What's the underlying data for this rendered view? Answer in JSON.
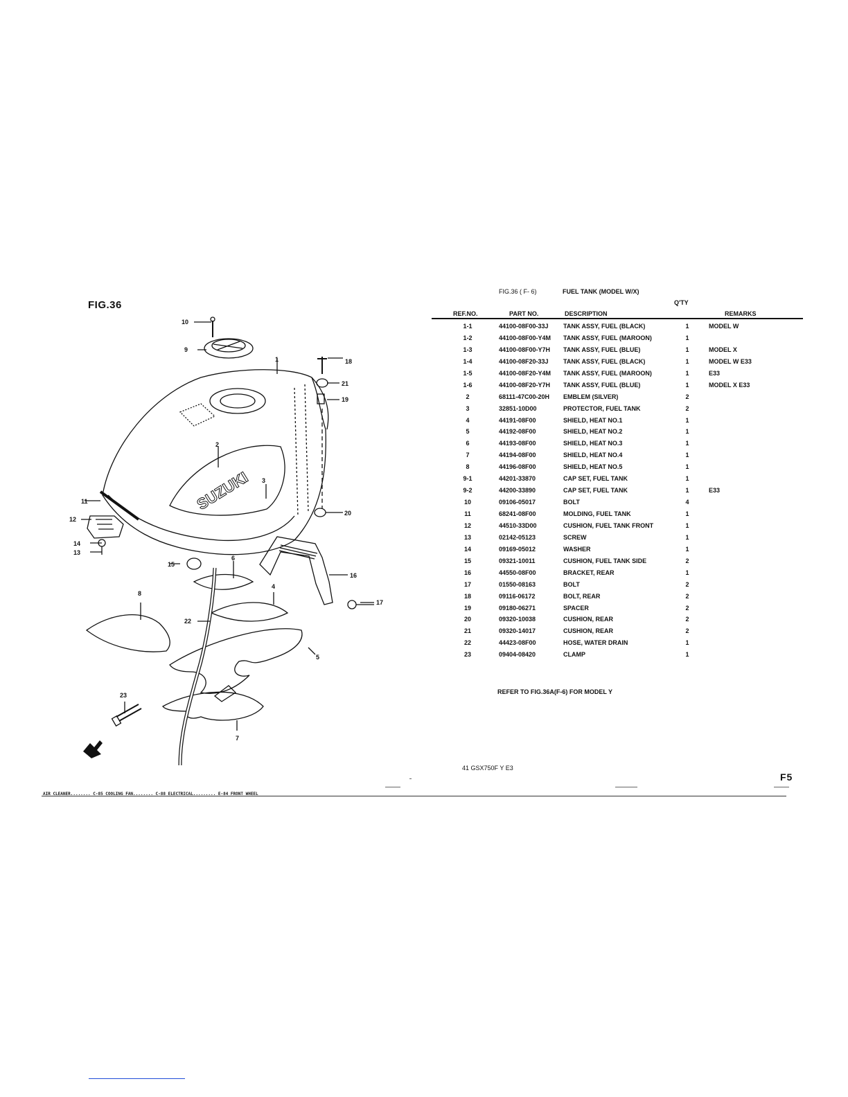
{
  "figure": {
    "label": "FIG.36",
    "callouts": [
      "1",
      "2",
      "3",
      "4",
      "5",
      "6",
      "7",
      "8",
      "9",
      "10",
      "11",
      "12",
      "13",
      "14",
      "15",
      "16",
      "17",
      "18",
      "19",
      "20",
      "21",
      "22",
      "23"
    ],
    "emblem_text": "SUZUKI"
  },
  "table": {
    "caption_fig": "FIG.36 ( F- 6)",
    "caption_title": "FUEL TANK (MODEL W/X)",
    "qty_header": "Q'TY",
    "headers": {
      "ref": "REF.NO.",
      "part": "PART NO.",
      "desc": "DESCRIPTION",
      "rem": "REMARKS"
    },
    "rows": [
      {
        "ref": "1-1",
        "part": "44100-08F00-33J",
        "desc": "TANK ASSY, FUEL (BLACK)",
        "qty": "1",
        "rem": "MODEL W"
      },
      {
        "ref": "1-2",
        "part": "44100-08F00-Y4M",
        "desc": "TANK ASSY, FUEL (MAROON)",
        "qty": "1",
        "rem": ""
      },
      {
        "ref": "1-3",
        "part": "44100-08F00-Y7H",
        "desc": "TANK ASSY, FUEL (BLUE)",
        "qty": "1",
        "rem": "MODEL X"
      },
      {
        "ref": "1-4",
        "part": "44100-08F20-33J",
        "desc": "TANK ASSY, FUEL (BLACK)",
        "qty": "1",
        "rem": "MODEL W E33"
      },
      {
        "ref": "1-5",
        "part": "44100-08F20-Y4M",
        "desc": "TANK ASSY, FUEL (MAROON)",
        "qty": "1",
        "rem": "E33"
      },
      {
        "ref": "1-6",
        "part": "44100-08F20-Y7H",
        "desc": "TANK ASSY, FUEL (BLUE)",
        "qty": "1",
        "rem": "MODEL X E33"
      },
      {
        "ref": "2",
        "part": "68111-47C00-20H",
        "desc": "EMBLEM (SILVER)",
        "qty": "2",
        "rem": ""
      },
      {
        "ref": "3",
        "part": "32851-10D00",
        "desc": "PROTECTOR, FUEL TANK",
        "qty": "2",
        "rem": ""
      },
      {
        "ref": "4",
        "part": "44191-08F00",
        "desc": "SHIELD, HEAT NO.1",
        "qty": "1",
        "rem": ""
      },
      {
        "ref": "5",
        "part": "44192-08F00",
        "desc": "SHIELD, HEAT NO.2",
        "qty": "1",
        "rem": ""
      },
      {
        "ref": "6",
        "part": "44193-08F00",
        "desc": "SHIELD, HEAT NO.3",
        "qty": "1",
        "rem": ""
      },
      {
        "ref": "7",
        "part": "44194-08F00",
        "desc": "SHIELD, HEAT NO.4",
        "qty": "1",
        "rem": ""
      },
      {
        "ref": "8",
        "part": "44196-08F00",
        "desc": "SHIELD, HEAT NO.5",
        "qty": "1",
        "rem": ""
      },
      {
        "ref": "9-1",
        "part": "44201-33870",
        "desc": "CAP SET, FUEL TANK",
        "qty": "1",
        "rem": ""
      },
      {
        "ref": "9-2",
        "part": "44200-33890",
        "desc": "CAP SET, FUEL TANK",
        "qty": "1",
        "rem": "E33"
      },
      {
        "ref": "10",
        "part": "09106-05017",
        "desc": "BOLT",
        "qty": "4",
        "rem": ""
      },
      {
        "ref": "11",
        "part": "68241-08F00",
        "desc": "MOLDING, FUEL TANK",
        "qty": "1",
        "rem": ""
      },
      {
        "ref": "12",
        "part": "44510-33D00",
        "desc": "CUSHION, FUEL TANK FRONT",
        "qty": "1",
        "rem": ""
      },
      {
        "ref": "13",
        "part": "02142-05123",
        "desc": "SCREW",
        "qty": "1",
        "rem": ""
      },
      {
        "ref": "14",
        "part": "09169-05012",
        "desc": "WASHER",
        "qty": "1",
        "rem": ""
      },
      {
        "ref": "15",
        "part": "09321-10011",
        "desc": "CUSHION, FUEL TANK SIDE",
        "qty": "2",
        "rem": ""
      },
      {
        "ref": "16",
        "part": "44550-08F00",
        "desc": "BRACKET, REAR",
        "qty": "1",
        "rem": ""
      },
      {
        "ref": "17",
        "part": "01550-08163",
        "desc": "BOLT",
        "qty": "2",
        "rem": ""
      },
      {
        "ref": "18",
        "part": "09116-06172",
        "desc": "BOLT, REAR",
        "qty": "2",
        "rem": ""
      },
      {
        "ref": "19",
        "part": "09180-06271",
        "desc": "SPACER",
        "qty": "2",
        "rem": ""
      },
      {
        "ref": "20",
        "part": "09320-10038",
        "desc": "CUSHION, REAR",
        "qty": "2",
        "rem": ""
      },
      {
        "ref": "21",
        "part": "09320-14017",
        "desc": "CUSHION, REAR",
        "qty": "2",
        "rem": ""
      },
      {
        "ref": "22",
        "part": "44423-08F00",
        "desc": "HOSE, WATER DRAIN",
        "qty": "1",
        "rem": ""
      },
      {
        "ref": "23",
        "part": "09404-08420",
        "desc": "CLAMP",
        "qty": "1",
        "rem": ""
      }
    ],
    "note": "REFER TO FIG.36A(F-6) FOR MODEL Y"
  },
  "footer": {
    "page_id": "41 GSX750F Y E3",
    "page_number": "F5",
    "index_strip": "AIR CLEANER........ C-85   COOLING FAN........ C-88   ELECTRICAL......... E-84   FRONT WHEEL"
  }
}
